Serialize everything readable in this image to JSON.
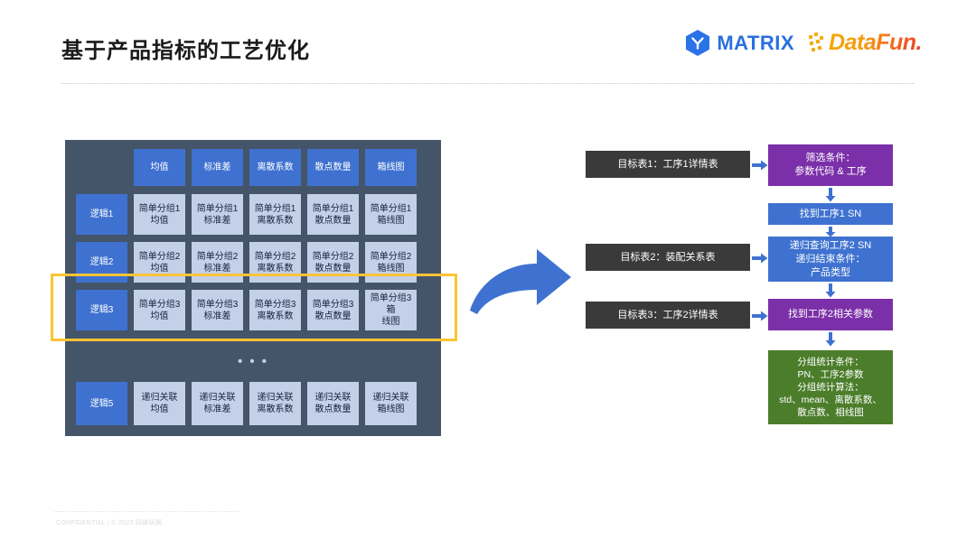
{
  "slide": {
    "title": "基于产品指标的工艺优化",
    "footer": "CONFIDENTIAL | © 2023 四维纵横"
  },
  "logos": {
    "matrix": {
      "name": "MATRIX",
      "mark": "hexagon-y-icon",
      "color": "#2a6fe0"
    },
    "datafun": {
      "name": "DataFun.",
      "mark": "datafun-dots-icon",
      "color": "#f2a900"
    }
  },
  "matrix_table": {
    "corner": "",
    "columns": [
      "均值",
      "标准差",
      "离散系数",
      "散点数量",
      "箱线图"
    ],
    "rows": [
      {
        "label": "逻辑1",
        "cells": [
          "简单分组1\n均值",
          "简单分组1\n标准差",
          "简单分组1\n离散系数",
          "简单分组1\n散点数量",
          "简单分组1\n箱线图"
        ]
      },
      {
        "label": "逻辑2",
        "cells": [
          "简单分组2\n均值",
          "简单分组2\n标准差",
          "简单分组2\n离散系数",
          "简单分组2\n散点数量",
          "简单分组2\n箱线图"
        ]
      },
      {
        "label": "逻辑3",
        "cells": [
          "简单分组3\n均值",
          "简单分组3\n标准差",
          "简单分组3\n离散系数",
          "简单分组3\n散点数量",
          "简单分组3箱\n线图"
        ]
      },
      {
        "label": "逻辑5",
        "cells": [
          "递归关联\n均值",
          "递归关联\n标准差",
          "递归关联\n离散系数",
          "递归关联\n散点数量",
          "递归关联\n箱线图"
        ]
      }
    ],
    "ellipsis": "• • •",
    "highlight_row_label": "逻辑3",
    "highlight_color": "#fdc435",
    "panel_color": "#445469",
    "header_color": "#3f72d0",
    "body_color": "#c3d0e8"
  },
  "flow": {
    "sources": [
      {
        "label": "目标表1：工序1详情表"
      },
      {
        "label": "目标表2：装配关系表"
      },
      {
        "label": "目标表3：工序2详情表"
      }
    ],
    "steps": [
      {
        "label": "筛选条件：\n参数代码 & 工序",
        "color": "purple"
      },
      {
        "label": "找到工序1 SN",
        "color": "blue"
      },
      {
        "label": "递归查询工序2 SN\n递归结束条件：\n产品类型",
        "color": "blue"
      },
      {
        "label": "找到工序2相关参数",
        "color": "purple"
      },
      {
        "label": "分组统计条件：\nPN、工序2参数\n分组统计算法：\nstd、mean、离散系数、\n散点数、相线图",
        "color": "green"
      }
    ],
    "colors": {
      "dark": "#3a3a3a",
      "purple": "#7b2fa8",
      "blue": "#3f72d0",
      "green": "#4b7d2a",
      "arrow": "#3f72d0"
    }
  }
}
